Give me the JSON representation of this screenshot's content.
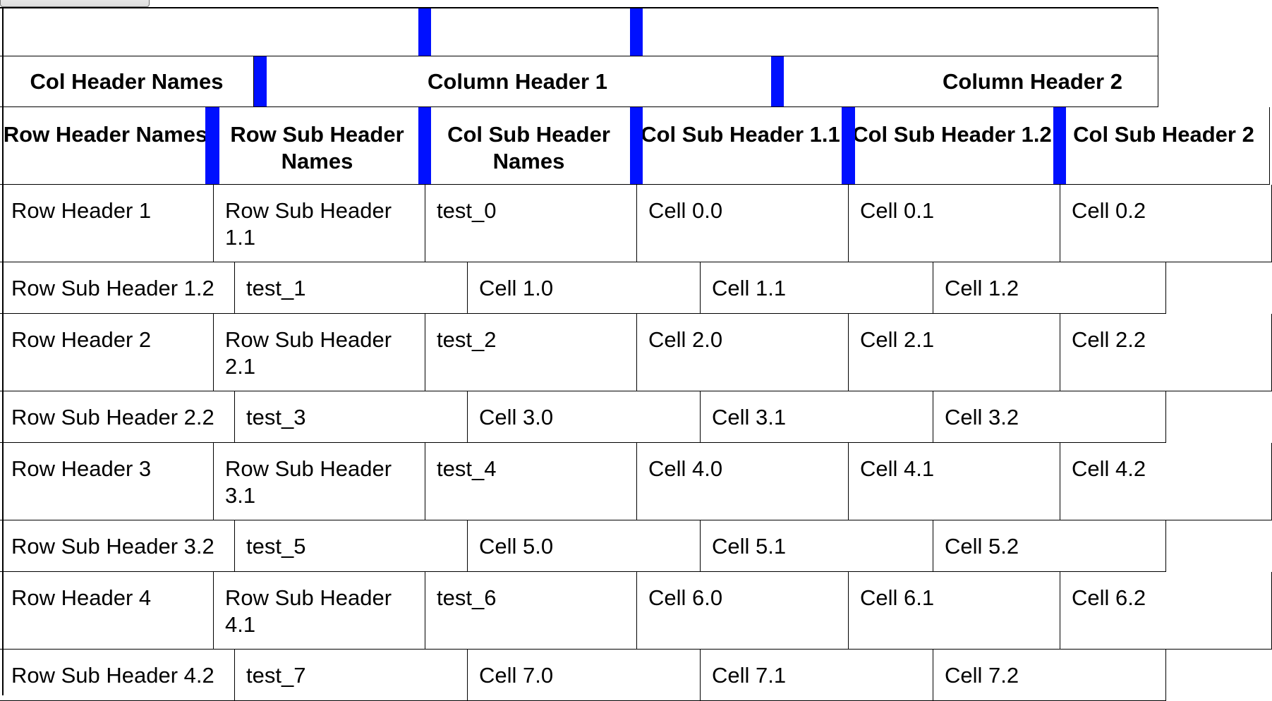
{
  "table": {
    "col_header_names": "Col Header Names",
    "column_headers": [
      "Column Header 1",
      "Column Header 2"
    ],
    "sub_headers": [
      "Row Header Names",
      "Row Sub Header Names",
      "Col Sub Header Names",
      "Col Sub Header 1.1",
      "Col Sub Header 1.2",
      "Col Sub Header 2"
    ],
    "rows": [
      {
        "row_header": "Row Header 1",
        "sub_header": "Row Sub Header 1.1",
        "cells": [
          "test_0",
          "Cell 0.0",
          "Cell 0.1",
          "Cell 0.2"
        ]
      },
      {
        "sub_header": "Row Sub Header 1.2",
        "cells": [
          "test_1",
          "Cell 1.0",
          "Cell 1.1",
          "Cell 1.2"
        ]
      },
      {
        "row_header": "Row Header 2",
        "sub_header": "Row Sub Header 2.1",
        "cells": [
          "test_2",
          "Cell 2.0",
          "Cell 2.1",
          "Cell 2.2"
        ]
      },
      {
        "sub_header": "Row Sub Header 2.2",
        "cells": [
          "test_3",
          "Cell 3.0",
          "Cell 3.1",
          "Cell 3.2"
        ]
      },
      {
        "row_header": "Row Header 3",
        "sub_header": "Row Sub Header 3.1",
        "cells": [
          "test_4",
          "Cell 4.0",
          "Cell 4.1",
          "Cell 4.2"
        ]
      },
      {
        "sub_header": "Row Sub Header 3.2",
        "cells": [
          "test_5",
          "Cell 5.0",
          "Cell 5.1",
          "Cell 5.2"
        ]
      },
      {
        "row_header": "Row Header 4",
        "sub_header": "Row Sub Header 4.1",
        "cells": [
          "test_6",
          "Cell 6.0",
          "Cell 6.1",
          "Cell 6.2"
        ]
      },
      {
        "sub_header": "Row Sub Header 4.2",
        "cells": [
          "test_7",
          "Cell 7.0",
          "Cell 7.1",
          "Cell 7.2"
        ]
      }
    ]
  },
  "colors": {
    "resize_handle": "#0010ff",
    "border": "#000000",
    "background": "#ffffff"
  }
}
